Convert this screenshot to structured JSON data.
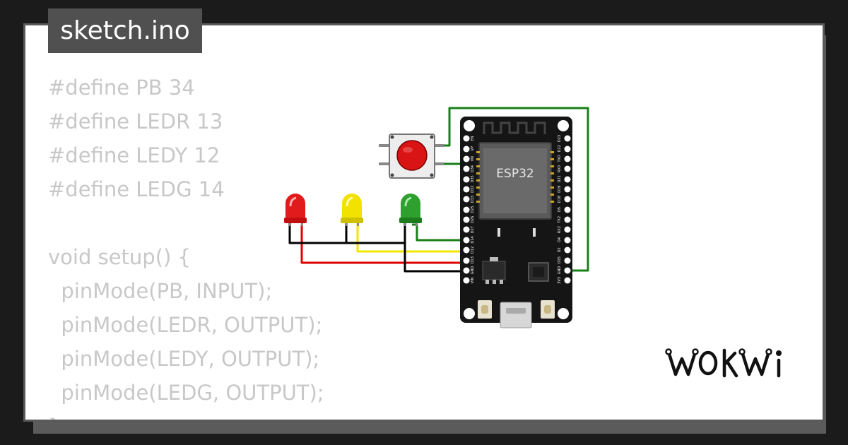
{
  "tab": {
    "filename": "sketch.ino"
  },
  "code": {
    "lines": [
      "#define PB 34",
      "#define LEDR 13",
      "#define LEDY 12",
      "#define LEDG 14",
      "",
      "void setup() {",
      "  pinMode(PB, INPUT);",
      "  pinMode(LEDR, OUTPUT);",
      "  pinMode(LEDY, OUTPUT);",
      "  pinMode(LEDG, OUTPUT);",
      "}"
    ]
  },
  "circuit": {
    "board": {
      "chip_label": "ESP32",
      "left_pins": [
        "EN",
        "VP",
        "VN",
        "D34",
        "D35",
        "D32",
        "D33",
        "D25",
        "D26",
        "D27",
        "D14",
        "D12",
        "D13",
        "GND",
        "VIN"
      ],
      "right_pins": [
        "D23",
        "D22",
        "TX0",
        "RX0",
        "D21",
        "D19",
        "D18",
        "D5",
        "TX2",
        "RX2",
        "D4",
        "D2",
        "D15",
        "GND",
        "3V3"
      ]
    },
    "leds": [
      "red",
      "yellow",
      "green"
    ],
    "wire_colors": {
      "green": "#1a7f1a",
      "yellow": "#f2e600",
      "red": "#e00000",
      "black": "#000000"
    }
  },
  "brand": {
    "logo": "wokwi-logo"
  }
}
